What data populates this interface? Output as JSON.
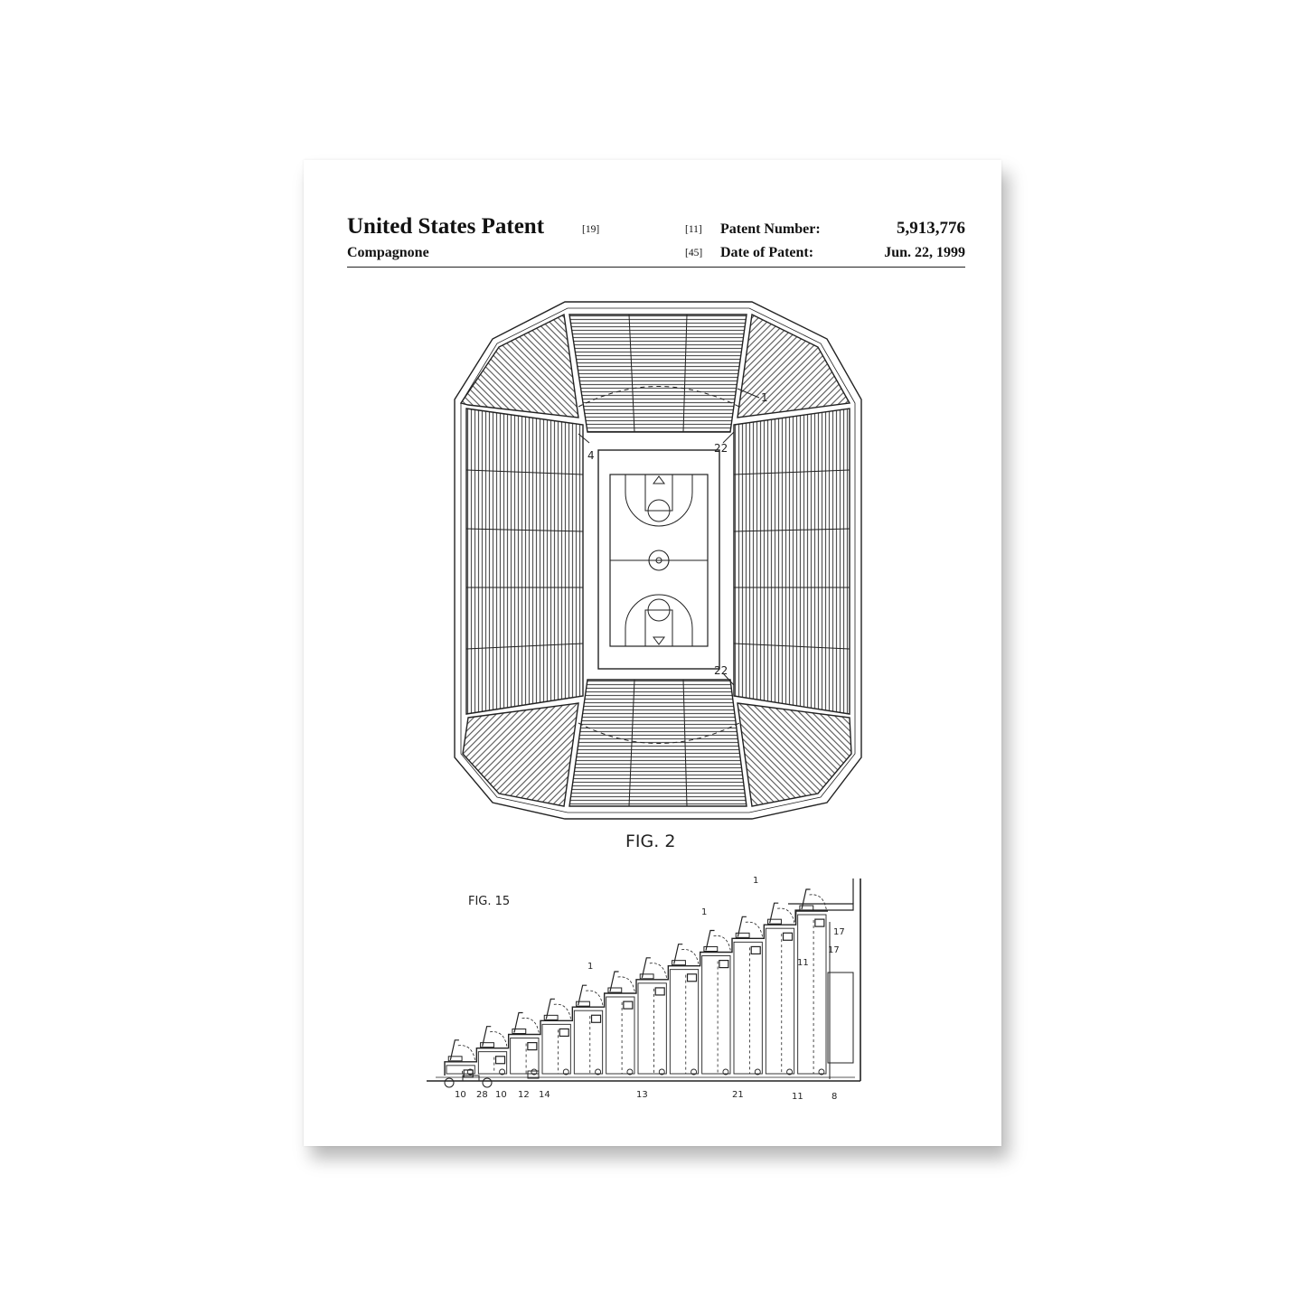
{
  "header": {
    "title": "United States Patent",
    "ref_title": "[19]",
    "inventor": "Compagnone",
    "ref_number": "[11]",
    "patent_number_label": "Patent Number:",
    "patent_number": "5,913,776",
    "ref_date": "[45]",
    "date_label": "Date of Patent:",
    "date": "Jun. 22, 1999"
  },
  "fig2": {
    "caption": "FIG. 2",
    "labels": {
      "l1": "1",
      "l4": "4",
      "l22a": "22",
      "l22b": "22"
    }
  },
  "fig15": {
    "caption": "FIG. 15",
    "labels": {
      "l1a": "1",
      "l1b": "1",
      "l1c": "1",
      "l17a": "17",
      "l17b": "17",
      "l11top": "11",
      "l10a": "10",
      "l28": "28",
      "l10b": "10",
      "l12": "12",
      "l14": "14",
      "l13": "13",
      "l21": "21",
      "l11": "11",
      "l8": "8"
    }
  }
}
